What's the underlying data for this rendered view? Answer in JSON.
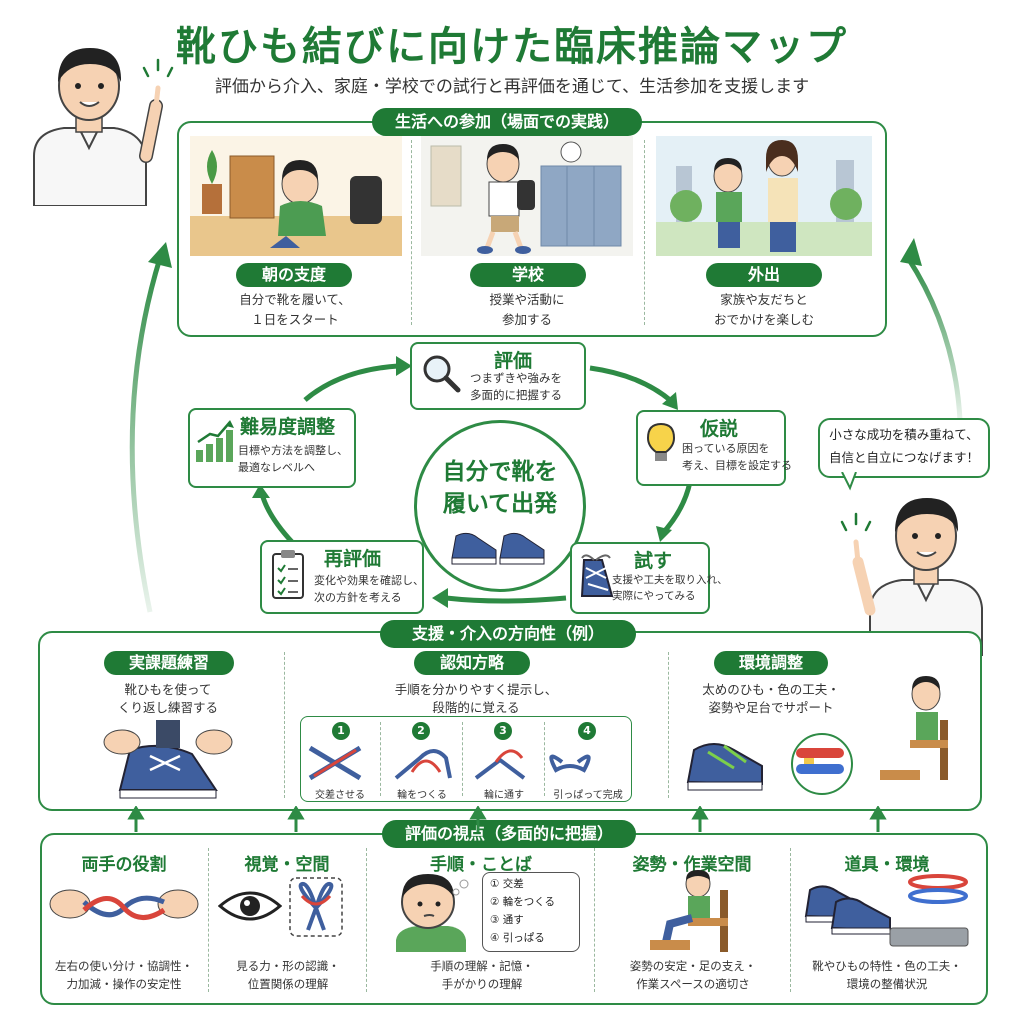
{
  "header": {
    "title": "靴ひも結びに向けた臨床推論マップ",
    "subtitle": "評価から介入、家庭・学校での試行と再評価を通じて、生活参加を支援します"
  },
  "participation": {
    "label": "生活への参加（場面での実践）",
    "scenes": [
      {
        "title": "朝の支度",
        "desc1": "自分で靴を履いて、",
        "desc2": "１日をスタート"
      },
      {
        "title": "学校",
        "desc1": "授業や活動に",
        "desc2": "参加する"
      },
      {
        "title": "外出",
        "desc1": "家族や友だちと",
        "desc2": "おでかけを楽しむ"
      }
    ]
  },
  "cycle": {
    "center1": "自分で靴を",
    "center2": "履いて出発",
    "nodes": {
      "eval": {
        "title": "評価",
        "desc1": "つまずきや強みを",
        "desc2": "多面的に把握する"
      },
      "hypo": {
        "title": "仮説",
        "desc1": "困っている原因を",
        "desc2": "考え、目標を設定する"
      },
      "try": {
        "title": "試す",
        "desc1": "支援や工夫を取り入れ、",
        "desc2": "実際にやってみる"
      },
      "reeval": {
        "title": "再評価",
        "desc1": "変化や効果を確認し、",
        "desc2": "次の方針を考える"
      },
      "adjust": {
        "title": "難易度調整",
        "desc1": "目標や方法を調整し、",
        "desc2": "最適なレベルへ"
      }
    }
  },
  "speech": {
    "line1": "小さな成功を積み重ねて、",
    "line2": "自信と自立につなげます！"
  },
  "intervention": {
    "label": "支援・介入の方向性（例）",
    "items": [
      {
        "title": "実課題練習",
        "desc1": "靴ひもを使って",
        "desc2": "くり返し練習する"
      },
      {
        "title": "認知方略",
        "desc1": "手順を分かりやすく提示し、",
        "desc2": "段階的に覚える"
      },
      {
        "title": "環境調整",
        "desc1": "太めのひも・色の工夫・",
        "desc2": "姿勢や足台でサポート"
      }
    ],
    "steps": [
      {
        "num": "1",
        "label": "交差させる"
      },
      {
        "num": "2",
        "label": "輪をつくる"
      },
      {
        "num": "3",
        "label": "輪に通す"
      },
      {
        "num": "4",
        "label": "引っぱって完成"
      }
    ]
  },
  "assessment": {
    "label": "評価の視点（多面的に把握）",
    "items": [
      {
        "title": "両手の役割",
        "desc1": "左右の使い分け・協調性・",
        "desc2": "力加減・操作の安定性"
      },
      {
        "title": "視覚・空間",
        "desc1": "見る力・形の認識・",
        "desc2": "位置関係の理解"
      },
      {
        "title": "手順・ことば",
        "desc1": "手順の理解・記憶・",
        "desc2": "手がかりの理解"
      },
      {
        "title": "姿勢・作業空間",
        "desc1": "姿勢の安定・足の支え・",
        "desc2": "作業スペースの適切さ"
      },
      {
        "title": "道具・環境",
        "desc1": "靴やひもの特性・色の工夫・",
        "desc2": "環境の整備状況"
      }
    ],
    "sequence": [
      "① 交差",
      "② 輪をつくる",
      "③ 通す",
      "④ 引っぱる"
    ]
  },
  "colors": {
    "green": "#1f7a35",
    "shoe": "#3f5f9e",
    "lace_red": "#d9453b"
  }
}
